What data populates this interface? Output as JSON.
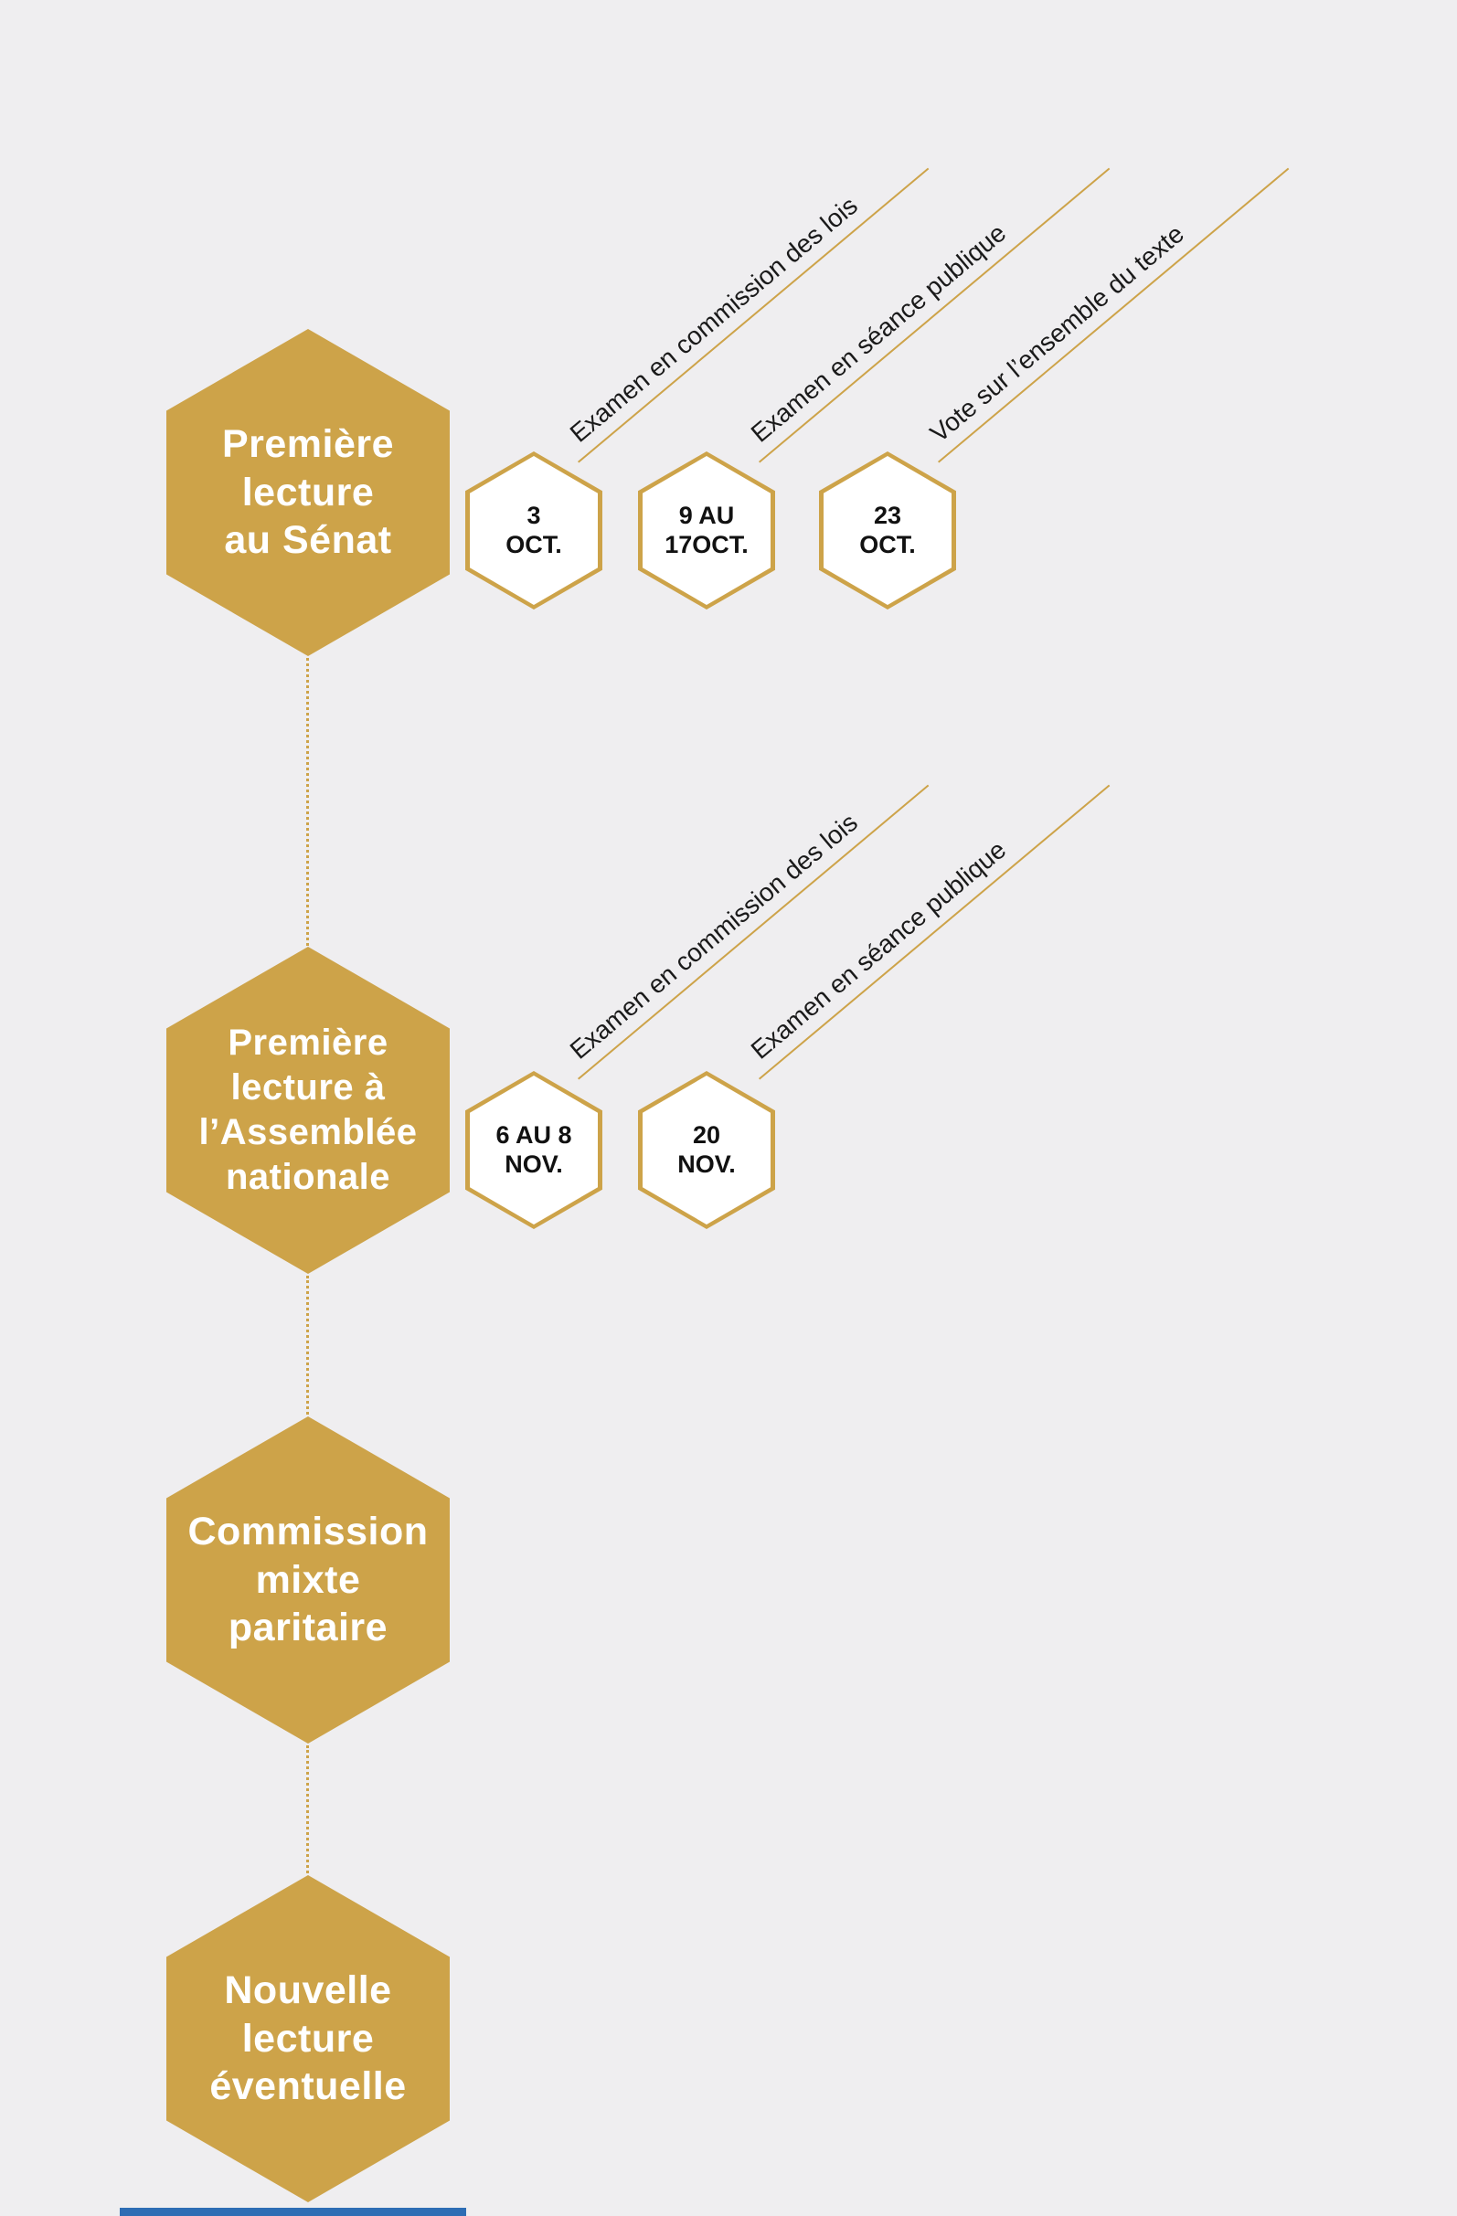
{
  "colors": {
    "gold": "#CDA349",
    "bg": "#EFEEF0",
    "label_text": "#1A1A1A",
    "date_text": "#111111",
    "stage_text": "#FFFFFF",
    "footer_blue": "#2E6DB4"
  },
  "stages": [
    {
      "title_lines": [
        "Première",
        "lecture",
        "au Sénat"
      ],
      "events": [
        {
          "date": [
            "3",
            "OCT."
          ],
          "label": "Examen en commission des lois"
        },
        {
          "date": [
            "9 AU",
            "17OCT."
          ],
          "label": "Examen en séance publique"
        },
        {
          "date": [
            "23",
            "OCT."
          ],
          "label": "Vote sur l’ensemble du texte"
        }
      ]
    },
    {
      "title_lines": [
        "Première",
        "lecture à",
        "l’Assemblée",
        "nationale"
      ],
      "events": [
        {
          "date": [
            "6 AU 8",
            "NOV."
          ],
          "label": "Examen en commission des lois"
        },
        {
          "date": [
            "20",
            "NOV."
          ],
          "label": "Examen en séance publique"
        }
      ]
    },
    {
      "title_lines": [
        "Commission",
        "mixte",
        "paritaire"
      ],
      "events": []
    },
    {
      "title_lines": [
        "Nouvelle",
        "lecture",
        "éventuelle"
      ],
      "events": []
    }
  ]
}
